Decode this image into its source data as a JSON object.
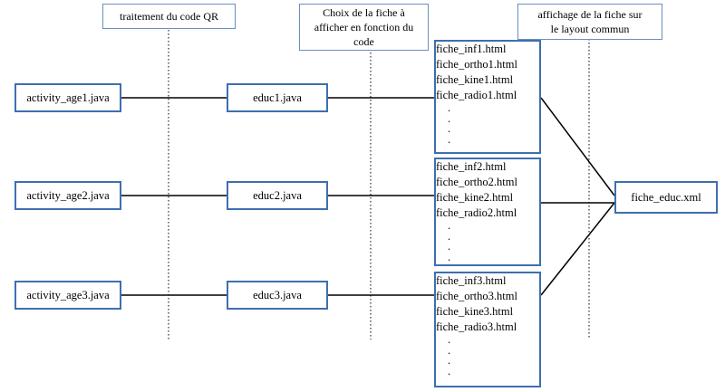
{
  "headers": {
    "qr": [
      "traitement du code QR"
    ],
    "choice": [
      "Choix de la  fiche à",
      "afficher en fonction du",
      "code"
    ],
    "display": [
      "affichage de la fiche sur",
      "le layout commun"
    ]
  },
  "rows": [
    {
      "activity": "activity_age1.java",
      "educ": "educ1.java",
      "files": [
        "fiche_inf1.html",
        "fiche_ortho1.html",
        "fiche_kine1.html",
        "fiche_radio1.html"
      ],
      "dots": [
        ".",
        ".",
        ".",
        "."
      ]
    },
    {
      "activity": "activity_age2.java",
      "educ": "educ2.java",
      "files": [
        "fiche_inf2.html",
        "fiche_ortho2.html",
        "fiche_kine2.html",
        "fiche_radio2.html"
      ],
      "dots": [
        ".",
        ".",
        ".",
        "."
      ]
    },
    {
      "activity": "activity_age3.java",
      "educ": "educ3.java",
      "files": [
        "fiche_inf3.html",
        "fiche_ortho3.html",
        "fiche_kine3.html",
        "fiche_radio3.html"
      ],
      "dots": [
        ".",
        ".",
        ".",
        "."
      ]
    }
  ],
  "layout_target": "fiche_educ.xml",
  "colors": {
    "box_border": "#3e6fb0",
    "header_border": "#6a8fc0",
    "line": "#000000"
  }
}
